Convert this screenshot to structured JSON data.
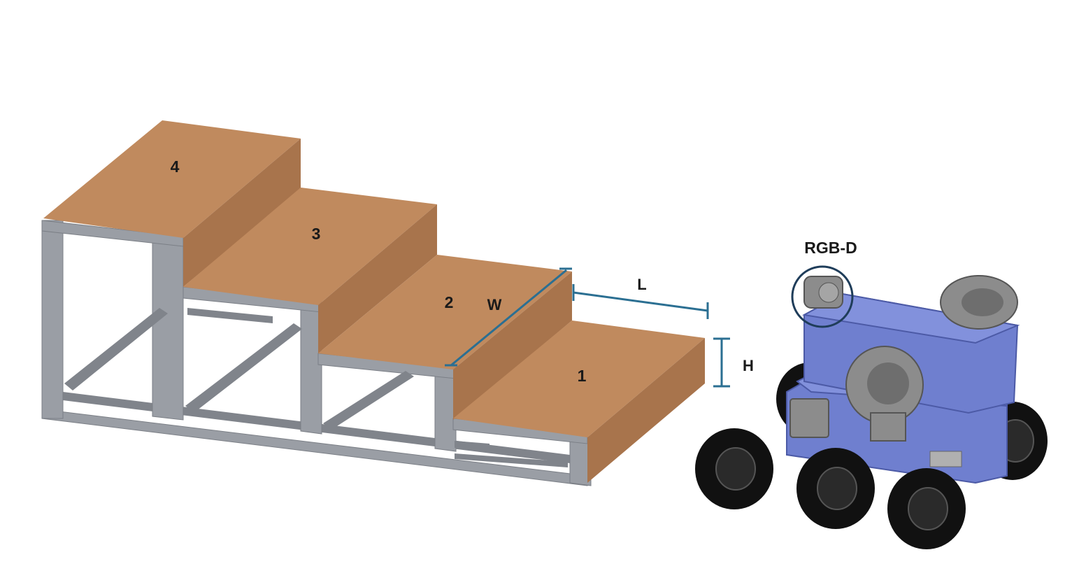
{
  "staircase": {
    "steps": [
      "1",
      "2",
      "3",
      "4"
    ]
  },
  "dimensions": {
    "length": "L",
    "width": "W",
    "height": "H"
  },
  "robot": {
    "sensor_label": "RGB-D"
  },
  "colors": {
    "tread": "#c08a5e",
    "frame": "#9a9ea5",
    "dimension_lines": "#2b6f92",
    "robot_body": "#6f7fcf"
  }
}
